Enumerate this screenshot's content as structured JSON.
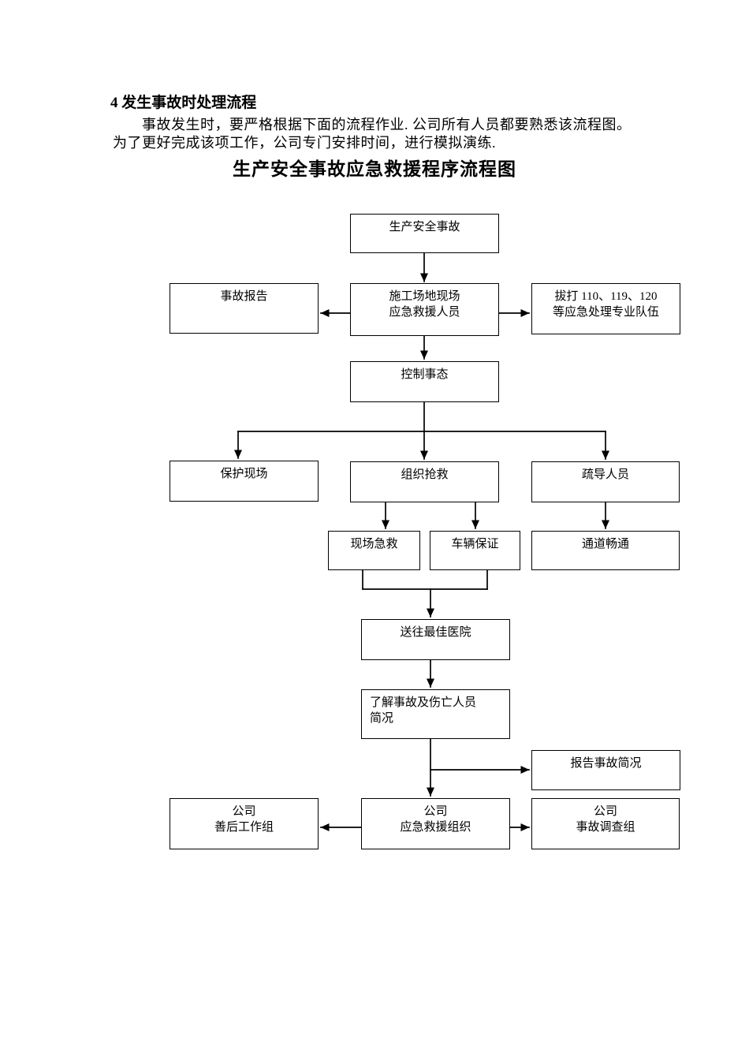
{
  "page": {
    "background_color": "#ffffff",
    "text_color": "#000000",
    "line_color": "#000000"
  },
  "document": {
    "section_heading": "4 发生事故时处理流程",
    "paragraph": {
      "line1": "事故发生时，要严格根据下面的流程作业. 公司所有人员都要熟悉该流程图。",
      "line2": "为了更好完成该项工作，公司专门安排时间，进行模拟演练."
    },
    "flowchart_title": "生产安全事故应急救援程序流程图"
  },
  "flowchart": {
    "nodes": {
      "accident": "生产安全事故",
      "accident_report": "事故报告",
      "site_rescue_team": "施工场地现场\n应急救援人员",
      "call_emergency": "拔打 110、119、120\n等应急处理专业队伍",
      "control_situation": "控制事态",
      "protect_scene": "保护现场",
      "organize_rescue": "组织抢救",
      "evacuate_people": "疏导人员",
      "onsite_first_aid": "现场急救",
      "vehicle_guarantee": "车辆保证",
      "clear_passage": "通道畅通",
      "send_hospital": "送往最佳医院",
      "assess_casualties": "了解事故及伤亡人员\n简况",
      "report_brief": "报告事故简况",
      "aftermath_group": "公司\n善后工作组",
      "company_rescue_org": "公司\n应急救援组织",
      "investigation_group": "公司\n事故调查组"
    },
    "edges": [
      {
        "from": "accident",
        "to": "site_rescue_team"
      },
      {
        "from": "site_rescue_team",
        "to": "accident_report"
      },
      {
        "from": "site_rescue_team",
        "to": "call_emergency"
      },
      {
        "from": "site_rescue_team",
        "to": "control_situation"
      },
      {
        "from": "control_situation",
        "to": "protect_scene"
      },
      {
        "from": "control_situation",
        "to": "organize_rescue"
      },
      {
        "from": "control_situation",
        "to": "evacuate_people"
      },
      {
        "from": "organize_rescue",
        "to": "onsite_first_aid"
      },
      {
        "from": "organize_rescue",
        "to": "vehicle_guarantee"
      },
      {
        "from": "evacuate_people",
        "to": "clear_passage"
      },
      {
        "from": "onsite_first_aid",
        "to": "send_hospital"
      },
      {
        "from": "vehicle_guarantee",
        "to": "send_hospital"
      },
      {
        "from": "send_hospital",
        "to": "assess_casualties"
      },
      {
        "from": "assess_casualties",
        "to": "report_brief"
      },
      {
        "from": "assess_casualties",
        "to": "company_rescue_org"
      },
      {
        "from": "company_rescue_org",
        "to": "aftermath_group"
      },
      {
        "from": "company_rescue_org",
        "to": "investigation_group"
      }
    ]
  }
}
